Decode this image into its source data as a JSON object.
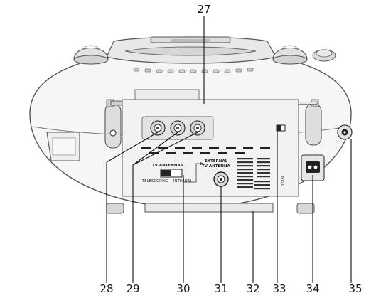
{
  "callouts": {
    "c27": "27",
    "c28": "28",
    "c29": "29",
    "c30": "30",
    "c31": "31",
    "c32": "32",
    "c33": "33",
    "c34": "34",
    "c35": "35"
  },
  "panel": {
    "tv_antennas": "TV ANTENNAS",
    "telescoping": "TELESCOPING",
    "internal": "INTERNAL",
    "external_line1": "EXTERNAL",
    "external_line2": "TV ANTENNA",
    "side_text": "NTSC"
  }
}
